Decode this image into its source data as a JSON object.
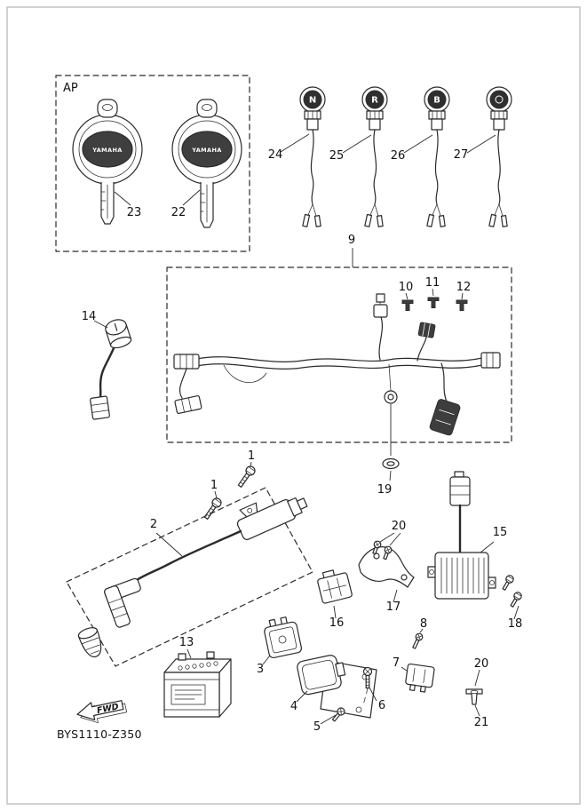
{
  "colors": {
    "line": "#2a2a2a",
    "background": "#ffffff",
    "page-border": "#c2c2c2"
  },
  "page": {
    "code": "BYS1110-Z350",
    "fwd_label": "FWD"
  },
  "inset": {
    "label": "AP",
    "keys": [
      {
        "callout": "23",
        "brand": "YAMAHA"
      },
      {
        "callout": "22",
        "brand": "YAMAHA"
      }
    ]
  },
  "switches": [
    {
      "callout": "24",
      "letter": "N"
    },
    {
      "callout": "25",
      "letter": "R"
    },
    {
      "callout": "26",
      "letter": "B"
    },
    {
      "callout": "27",
      "letter": ""
    }
  ],
  "harness": {
    "callout": "9",
    "clips": [
      {
        "callout": "10"
      },
      {
        "callout": "11"
      },
      {
        "callout": "12"
      }
    ]
  },
  "callouts": {
    "main_switch": "14",
    "bolt_a": "1",
    "bolt_b": "1",
    "ignition_coil": "2",
    "washer": "19",
    "rectifier": "15",
    "rectifier_bolts": "18",
    "bracket_screws": "20",
    "bracket": "17",
    "relay_connector": "16",
    "battery": "13",
    "starter_relay": "3",
    "cdi_unit": "4",
    "screw_a": "5",
    "screw_b": "6",
    "flasher_relay": "7",
    "screw_c": "8",
    "clip_screw": "20",
    "clamp": "21"
  }
}
